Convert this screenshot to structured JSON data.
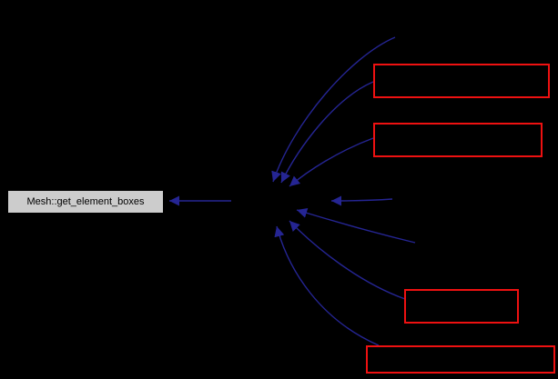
{
  "diagram": {
    "type": "caller-graph",
    "main_node": {
      "label": "Mesh::get_element_boxes"
    },
    "caller_nodes": [
      {
        "id": "caller-a",
        "label": ""
      },
      {
        "id": "caller-b",
        "label": ""
      },
      {
        "id": "caller-c",
        "label": ""
      },
      {
        "id": "caller-d",
        "label": ""
      }
    ],
    "colors": {
      "background": "#000000",
      "edge": "#252593",
      "main_node_fill": "#cccccc",
      "main_node_border": "#000000",
      "main_node_text": "#000000",
      "caller_node_border": "#ee1111"
    }
  }
}
